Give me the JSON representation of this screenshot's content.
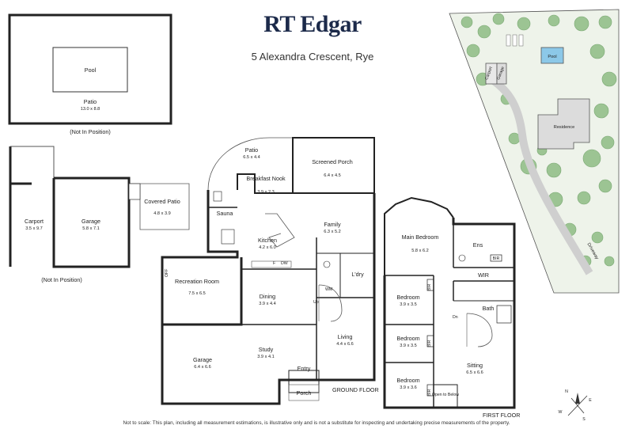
{
  "brand": "RT Edgar",
  "address": "5 Alexandra Crescent, Rye",
  "disclaimer": "Not to scale: This plan, including all measurement estimations, is illustrative only and is not a substitute for inspecting and undertaking precise measurements of the property.",
  "pool_plan": {
    "pool_label": "Pool",
    "patio_label": "Patio",
    "patio_dim": "13.0 x 8.8",
    "note": "(Not In Position)"
  },
  "outbuildings": {
    "carport_label": "Carport",
    "carport_dim": "3.5 x 9.7",
    "garage_label": "Garage",
    "garage_dim": "5.8 x 7.1",
    "covered_patio_label": "Covered Patio",
    "covered_patio_dim": "4.8 x 3.9",
    "note": "(Not In Position)"
  },
  "ground_floor": {
    "title": "GROUND FLOOR",
    "rooms": {
      "patio": {
        "label": "Patio",
        "dim": "6.5 x 4.4"
      },
      "breakfast": {
        "label": "Breakfast Nook",
        "dim": "3.9 x 2.3"
      },
      "screened": {
        "label": "Screened Porch",
        "dim": "6.4 x 4.5"
      },
      "sauna": {
        "label": "Sauna"
      },
      "kitchen": {
        "label": "Kitchen",
        "dim": "4.2 x 6.0"
      },
      "family": {
        "label": "Family",
        "dim": "6.3 x 5.2"
      },
      "recreation": {
        "label": "Recreation Room",
        "dim": "7.5 x 6.5"
      },
      "ldry": {
        "label": "L'dry"
      },
      "dining": {
        "label": "Dining",
        "dim": "3.9 x 4.4"
      },
      "garage": {
        "label": "Garage",
        "dim": "6.4 x 6.6"
      },
      "study": {
        "label": "Study",
        "dim": "3.9 x 4.1"
      },
      "living": {
        "label": "Living",
        "dim": "4.4 x 6.6"
      },
      "entry": {
        "label": "Entry"
      },
      "porch": {
        "label": "Porch"
      }
    },
    "marks": {
      "up": "Up",
      "wm": "WM",
      "dw": "DW",
      "f": "F",
      "off": "OFF"
    }
  },
  "first_floor": {
    "title": "FIRST FLOOR",
    "rooms": {
      "main_bed": {
        "label": "Main Bedroom",
        "dim": "5.8 x 6.2"
      },
      "ens": {
        "label": "Ens"
      },
      "wir": {
        "label": "WIR"
      },
      "bed1": {
        "label": "Bedroom",
        "dim": "3.9 x 3.5"
      },
      "bath": {
        "label": "Bath"
      },
      "bed2": {
        "label": "Bedroom",
        "dim": "3.9 x 3.5"
      },
      "sitting": {
        "label": "Sitting",
        "dim": "6.5 x 6.6"
      },
      "bed3": {
        "label": "Bedroom",
        "dim": "3.9 x 3.6"
      },
      "open_below": {
        "label": "Open to Below"
      }
    },
    "marks": {
      "bir": "BIR",
      "dn": "Dn"
    }
  },
  "site_plan": {
    "pool_label": "Pool",
    "carport_label": "Carport",
    "garage_label": "Garage",
    "residence_label": "Residence",
    "driveway_label": "Driveway"
  },
  "compass": {
    "n": "N",
    "e": "E",
    "s": "S",
    "w": "W"
  }
}
